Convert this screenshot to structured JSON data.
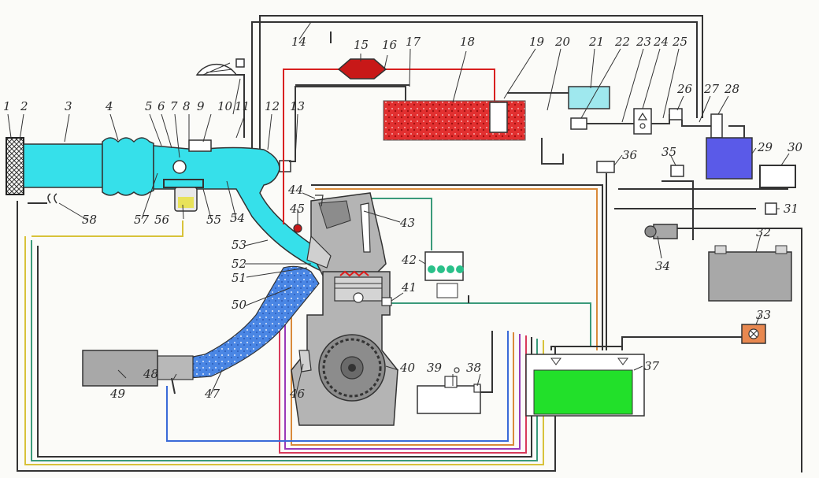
{
  "colors": {
    "intake_air": "#36e0ea",
    "exhaust": "#3f7fe0",
    "fuel_high_pressure": "#e01b1b",
    "fuel_tank": "#cf2020",
    "control_unit": "#22e02a",
    "adsorber_canister": "#5a5ae8",
    "grey_parts": "#a8a8a8",
    "wire_green": "#3a9a7a",
    "wire_orange": "#d98a3a",
    "wire_yellow": "#d8c23a",
    "wire_blue": "#3a6ad8",
    "wire_purple": "#9a3ab8",
    "wire_red": "#d83a5a",
    "wire_black": "#333333"
  },
  "icons": {
    "air_filter": "crosshatch-block-icon",
    "fuel_filter": "red-diamond-icon",
    "ignition_coils": "coil-pack-icon",
    "gear": "toothed-wheel-icon",
    "battery": "battery-icon",
    "ignition_switch": "key-switch-icon",
    "fuse": "fuse-icon"
  },
  "labels": {
    "l1": "1",
    "l2": "2",
    "l3": "3",
    "l4": "4",
    "l5": "5",
    "l6": "6",
    "l7": "7",
    "l8": "8",
    "l9": "9",
    "l10": "10",
    "l11": "11",
    "l12": "12",
    "l13": "13",
    "l14": "14",
    "l15": "15",
    "l16": "16",
    "l17": "17",
    "l18": "18",
    "l19": "19",
    "l20": "20",
    "l21": "21",
    "l22": "22",
    "l23": "23",
    "l24": "24",
    "l25": "25",
    "l26": "26",
    "l27": "27",
    "l28": "28",
    "l29": "29",
    "l30": "30",
    "l31": "31",
    "l32": "32",
    "l33": "33",
    "l34": "34",
    "l35": "35",
    "l36": "36",
    "l37": "37",
    "l38": "38",
    "l39": "39",
    "l40": "40",
    "l41": "41",
    "l42": "42",
    "l43": "43",
    "l44": "44",
    "l45": "45",
    "l46": "46",
    "l47": "47",
    "l48": "48",
    "l49": "49",
    "l50": "50",
    "l51": "51",
    "l52": "52",
    "l53": "53",
    "l54": "54",
    "l55": "55",
    "l56": "56",
    "l57": "57",
    "l58": "58"
  }
}
